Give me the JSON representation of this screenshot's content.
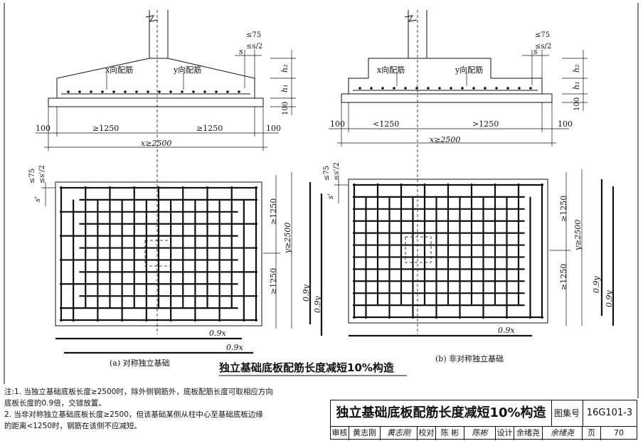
{
  "detail_a": {
    "dim_le75": "≤75",
    "dim_les2": "≤s/2",
    "dim_s": "s",
    "h1": "h₁",
    "h2": "h₂",
    "bottom_100": "100",
    "x_bar_label": "x向配筋",
    "y_bar_label": "y向配筋",
    "edge_100_left": "100",
    "edge_100_right": "100",
    "half_left": "≥1250",
    "half_right": "≥1250",
    "total": "x≥2500",
    "plan_le75": "≤75",
    "plan_les2": "≤s'/2",
    "plan_s": "s'",
    "plan_y_half_top": "≥1250",
    "plan_y_total": "y≥2500",
    "plan_y_half_bottom": "≥1250",
    "plan_09y_inner": "0.9y",
    "plan_09y_outer": "0.9y",
    "plan_09x_inner": "0.9x",
    "plan_09x_outer": "0.9x",
    "caption": "(a)  对称独立基础"
  },
  "detail_b": {
    "dim_le75": "≤75",
    "dim_les2": "≤s/2",
    "dim_s": "s",
    "h1": "h₁",
    "h2": "h₂",
    "bottom_100": "100",
    "x_bar_label": "x向配筋",
    "y_bar_label": "y向配筋",
    "edge_100_left": "100",
    "edge_100_right": "100",
    "half_left": "<1250",
    "half_right": ">1250",
    "total": "x≥2500",
    "plan_le75": "≤75",
    "plan_les2": "≤s'/2",
    "plan_s": "s'",
    "plan_y_half_top": "≥1250",
    "plan_y_total": "y≥2500",
    "plan_y_half_bottom": "≥1250",
    "plan_09y_inner": "0.9y",
    "plan_09y_outer": "0.9y",
    "plan_09x_inner": "0.9x",
    "caption": "(b)  非对称独立基础"
  },
  "main_title": "独立基础底板配筋长度减短10%构造",
  "notes": [
    "注:1. 当独立基础底板长度≥2500时，除外侧钢筋外，底板配筋长度可取相应方向",
    "       底板长度的0.9倍，交错放置。",
    "    2. 当非对称独立基础底板长度≥2500，但该基础某侧从柱中心至基础底板边缘",
    "       的距离<1250时，钢筋在该侧不应减短。"
  ],
  "title_block": {
    "title": "独立基础底板配筋长度减短10%构造",
    "atlas_label": "图集号",
    "atlas_no": "16G101-3",
    "review_label": "审核",
    "review_name": "黄志刚",
    "review_sig": "黄志刚",
    "check_label": "校对",
    "check_name": "陈 彬",
    "check_sig": "陈彬",
    "design_label": "设计",
    "design_name": "余绪尧",
    "design_sig": "余绪尧",
    "page_label": "页",
    "page_no": "70"
  }
}
